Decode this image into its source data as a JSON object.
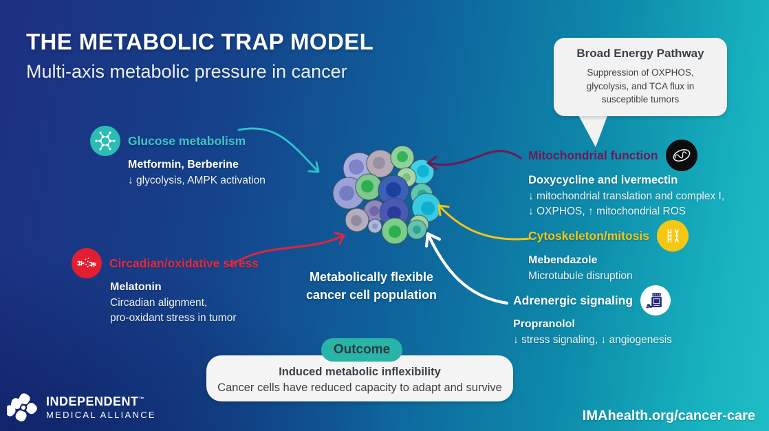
{
  "header": {
    "title": "THE METABOLIC TRAP MODEL",
    "subtitle": "Multi-axis metabolic pressure in cancer"
  },
  "bubble": {
    "title": "Broad Energy Pathway",
    "body": "Suppression of OXPHOS, glycolysis, and TCA flux in susceptible tumors"
  },
  "axes": [
    {
      "id": "glucose",
      "label": "Glucose metabolism",
      "drug": "Metformin, Berberine",
      "effect1": "↓ glycolysis, AMPK activation",
      "color": "#3cc6cd",
      "icon": "molecule-icon",
      "icon_bg": "#2bbdb3"
    },
    {
      "id": "circadian",
      "label": "Circadian/oxidative stress",
      "drug": "Melatonin",
      "effect1": "Circadian alignment,",
      "effect2": "pro-oxidant stress in tumor",
      "color": "#e8293c",
      "icon": "dna-damage-icon",
      "icon_bg": "#e41e31"
    },
    {
      "id": "mitochondrial",
      "label": "Mitochondrial function",
      "drug": "Doxycycline and ivermectin",
      "effect1": "↓ mitochondrial translation and complex I,",
      "effect2": "↓ OXPHOS, ↑ mitochondrial ROS",
      "color": "#6e1a57",
      "icon": "mitochondria-icon",
      "icon_bg": "#0d0d0d"
    },
    {
      "id": "cytoskeleton",
      "label": "Cytoskeleton/mitosis",
      "drug": "Mebendazole",
      "effect1": "Microtubule disruption",
      "color": "#f2c518",
      "icon": "microtubule-icon",
      "icon_bg": "#f4c713"
    },
    {
      "id": "adrenergic",
      "label": "Adrenergic signaling",
      "drug": "Propranolol",
      "effect1": "↓ stress signaling, ↓ angiogenesis",
      "color": "#ffffff",
      "icon": "pill-bottle-icon",
      "icon_bg": "#ffffff"
    }
  ],
  "center": {
    "line1": "Metabolically flexible",
    "line2": "cancer cell population"
  },
  "outcome": {
    "pill_label": "Outcome",
    "pill_color": "#28b4a6",
    "line1": "Induced metabolic inflexibility",
    "line2": "Cancer cells have reduced capacity to adapt and survive"
  },
  "footer": {
    "brand_line1": "INDEPENDENT",
    "brand_tm": "™",
    "brand_line2": "MEDICAL ALLIANCE",
    "url": "IMAhealth.org/cancer-care"
  },
  "colors": {
    "arrow_teal": "#2fc4cb",
    "arrow_red": "#e02440",
    "arrow_purple": "#6e1a57",
    "arrow_yellow": "#f2c518",
    "arrow_white": "#ffffff"
  }
}
